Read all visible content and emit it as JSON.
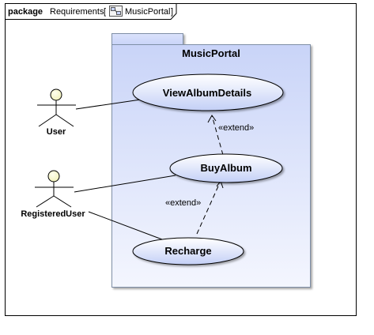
{
  "frame": {
    "keyword": "package",
    "name": "Requirements",
    "open_bracket": "[",
    "icon": "package-diagram-icon",
    "diagram_name": "MusicPortal",
    "close_bracket": "]"
  },
  "package": {
    "name": "MusicPortal"
  },
  "actors": {
    "user": "User",
    "registered_user": "RegisteredUser"
  },
  "use_cases": {
    "view_album_details": "ViewAlbumDetails",
    "buy_album": "BuyAlbum",
    "recharge": "Recharge"
  },
  "relations": {
    "extend_upper": "«extend»",
    "extend_lower": "«extend»"
  },
  "colors": {
    "package_fill_top": "#c9d4f8",
    "package_fill_bottom": "#f4f6fe",
    "use_case_fill_top": "#ffffff",
    "use_case_fill_bottom": "#c3cff6",
    "actor_head": "#fbfbd5",
    "line": "#000000"
  }
}
